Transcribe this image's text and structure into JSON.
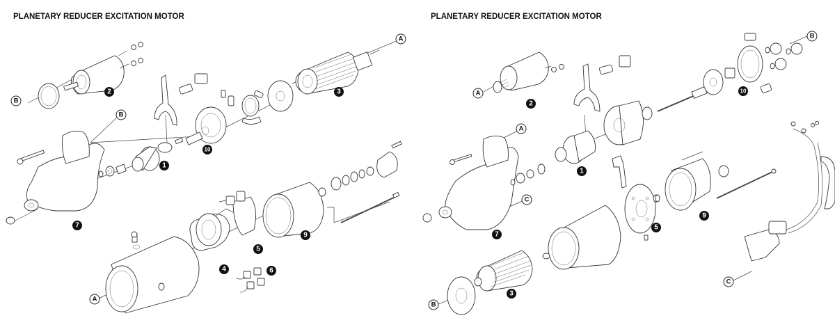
{
  "panels": [
    {
      "title": "PLANETARY REDUCER EXCITATION MOTOR",
      "part_callouts": [
        "1",
        "2",
        "3",
        "4",
        "5",
        "6",
        "7",
        "9",
        "10"
      ],
      "reference_labels": [
        "A",
        "A",
        "B",
        "B"
      ]
    },
    {
      "title": "PLANETARY REDUCER EXCITATION MOTOR",
      "part_callouts": [
        "1",
        "2",
        "3",
        "5",
        "7",
        "9",
        "10"
      ],
      "reference_labels": [
        "A",
        "A",
        "B",
        "B",
        "C",
        "C"
      ]
    }
  ],
  "left": {
    "n1": "1",
    "n2": "2",
    "n3": "3",
    "n4": "4",
    "n5": "5",
    "n6": "6",
    "n7": "7",
    "n9": "9",
    "n10": "10",
    "refA_top": "A",
    "refA_bottom": "A",
    "refB_solenoid": "B",
    "refB_housing": "B"
  },
  "right": {
    "n1": "1",
    "n2": "2",
    "n3": "3",
    "n5": "5",
    "n7": "7",
    "n9": "9",
    "n10": "10",
    "refA_solenoid": "A",
    "refA_housing": "A",
    "refB_gears": "B",
    "refB_plate": "B",
    "refC_housing": "C",
    "refC_harness": "C"
  }
}
